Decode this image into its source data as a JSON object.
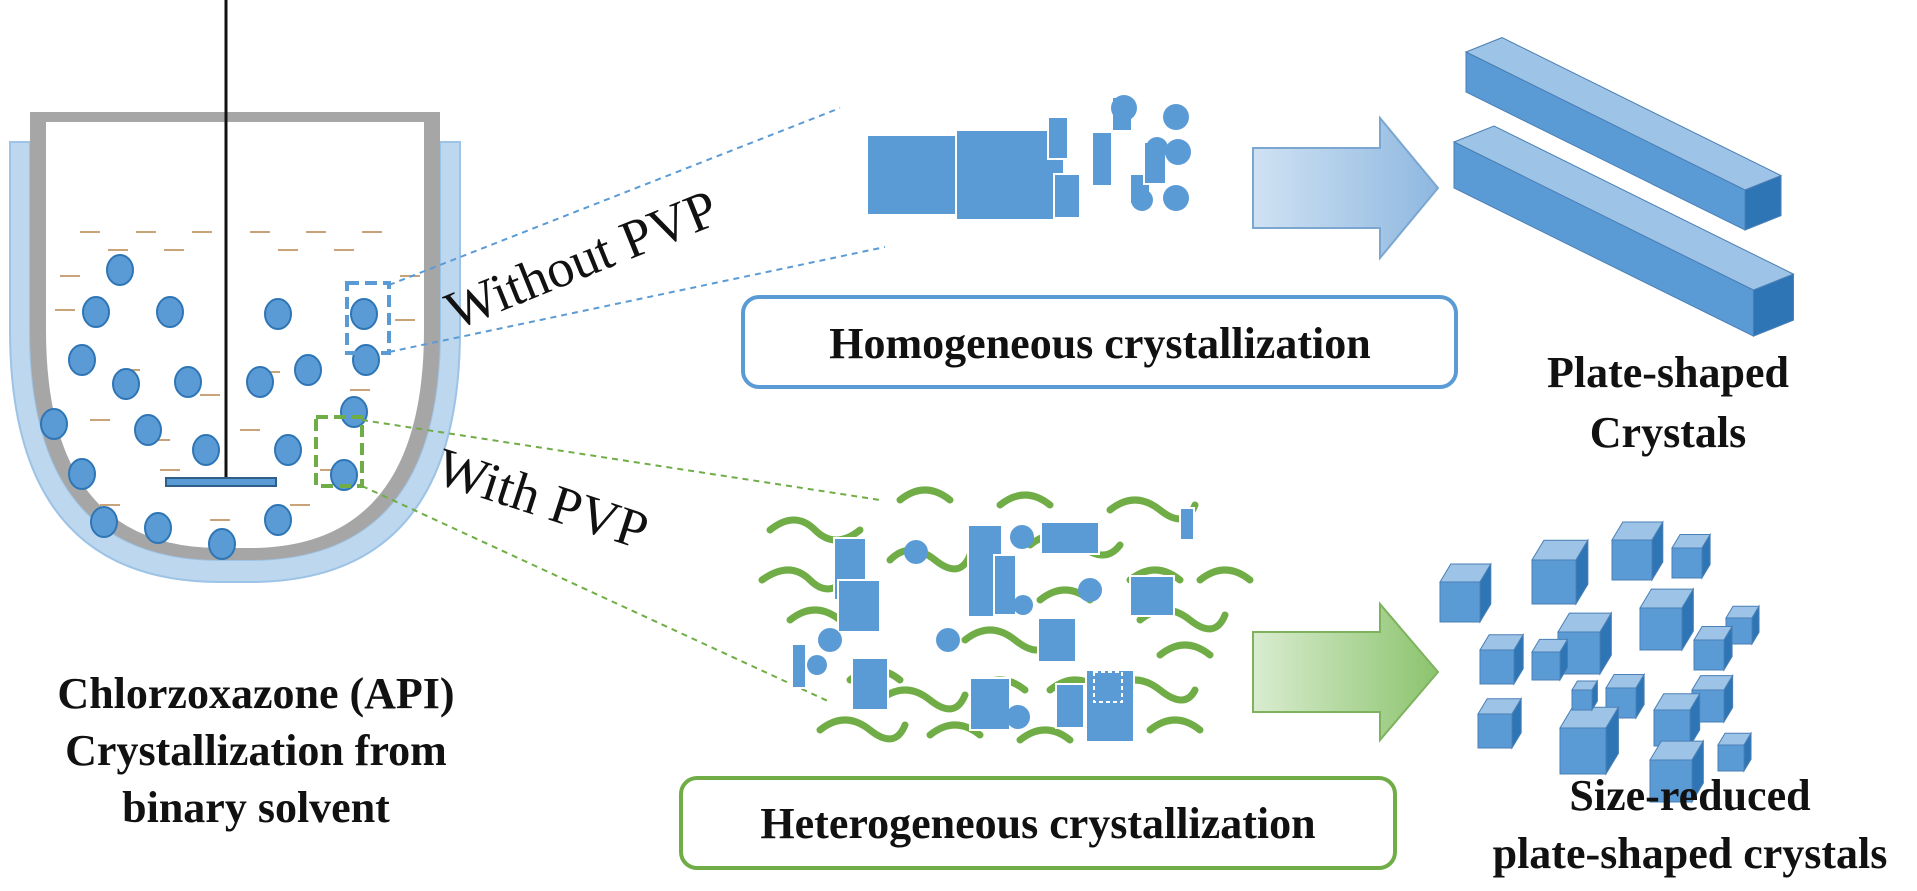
{
  "labels": {
    "without_pvp": "Without PVP",
    "with_pvp": "With PVP",
    "homogeneous": "Homogeneous crystallization",
    "heterogeneous": "Heterogeneous crystallization",
    "plate_shaped_1": "Plate-shaped",
    "plate_shaped_2": "Crystals",
    "size_reduced_1": "Size-reduced",
    "size_reduced_2": "plate-shaped crystals",
    "api_1": "Chlorzoxazone (API)",
    "api_2": "Crystallization from",
    "api_3": "binary solvent"
  },
  "colors": {
    "crystal_blue": "#5b9bd5",
    "crystal_blue_dark": "#2e75b6",
    "pvp_green": "#70ad47",
    "vessel_gray": "#a6a6a6",
    "jacket_blue": "#bdd7ee",
    "solvent_line": "#c9a37a",
    "arrow_blue": "#9dc3e6",
    "arrow_green": "#a9d18e"
  },
  "icons": {
    "reactor": "jacketed-reactor-icon",
    "stirrer": "stirrer-icon",
    "crystal": "cuboid-crystal-icon"
  }
}
